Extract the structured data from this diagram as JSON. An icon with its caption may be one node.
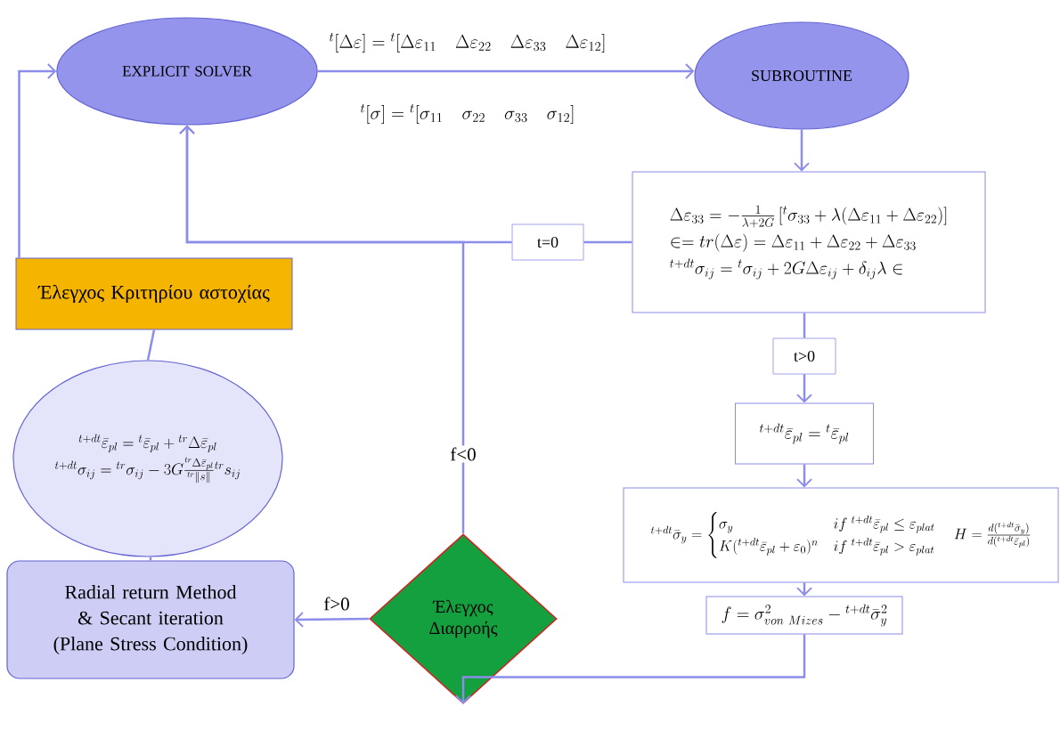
{
  "diagram": {
    "nodes": [
      {
        "text": [
          "EXPLICIT SOLVER"
        ]
      },
      {
        "text": [
          "SUBROUTINE"
        ]
      },
      {
        "text": [
          "\\Delta\\varepsilon_{33}=-\\frac{1}{\\lambda+2G}\\left[{}^{t}\\sigma_{33}+\\lambda(\\Delta\\varepsilon_{11}+\\Delta\\varepsilon_{22})\\right]",
          "\\in=tr(\\Delta\\varepsilon)=\\Delta\\varepsilon_{11}+\\Delta\\varepsilon_{22}+\\Delta\\varepsilon_{33}",
          "{}^{t+dt}\\sigma_{ij}={}^{t}\\sigma_{ij}+2G\\Delta\\varepsilon_{ij}+\\delta_{ij}\\lambda\\in"
        ]
      },
      {
        "text": [
          "t=0"
        ]
      },
      {
        "text": [
          "t>0"
        ]
      },
      {
        "text": [
          "{}^{t+dt}\\bar{\\varepsilon}_{pl}={}^{t}\\bar{\\varepsilon}_{pl}"
        ]
      },
      {
        "text": [
          "{}^{t+dt}\\bar{\\sigma}_{y}=\\begin{cases}\\sigma_{y} & if\\ {}^{t+dt}\\bar{\\varepsilon}_{pl}\\leq\\varepsilon_{plat}\\\\ K({}^{t+dt}\\bar{\\varepsilon}_{pl}+\\varepsilon_{0})^{n} & if\\ {}^{t+dt}\\bar{\\varepsilon}_{pl}>\\varepsilon_{plat}\\end{cases}",
          "H=\\frac{d({}^{t+dt}\\bar{\\sigma}_{y})}{d({}^{t+dt}\\bar{\\varepsilon}_{pl})}"
        ]
      },
      {
        "text": [
          "f=\\sigma^{2}_{von\\ Mizes}-{}^{t+dt}\\bar{\\sigma}^{2}_{y}"
        ]
      },
      {
        "text": [
          "Έλεγχος Διαρροής"
        ]
      },
      {
        "text": [
          "Radial return Method & Secant iteration (Plane Stress Condition)"
        ]
      },
      {
        "text": [
          "{}^{t+dt}\\bar{\\varepsilon}_{pl}={}^{t}\\bar{\\varepsilon}_{pl}+{}^{tr}\\Delta\\bar{\\varepsilon}_{pl}",
          "{}^{t+dt}\\sigma_{ij}={}^{tr}\\sigma_{ij}-3G\\frac{{}^{tr}\\Delta\\bar{\\varepsilon}_{pl}}{{}^{tr}\\|s\\|}{}^{tr}s_{ij}"
        ]
      },
      {
        "text": [
          "Έλεγχος Κριτηρίου αστοχίας"
        ]
      }
    ],
    "edges": [
      {
        "from": 0,
        "to": 1,
        "arrow": "to",
        "label": "{}^{t}[\\Delta\\varepsilon]={}^{t}[\\Delta\\varepsilon_{11}\\quad\\Delta\\varepsilon_{22}\\quad\\Delta\\varepsilon_{33}\\quad\\Delta\\varepsilon_{12}]"
      },
      {
        "from": 1,
        "to": 2,
        "arrow": "to"
      },
      {
        "from": 2,
        "to": 3,
        "arrow": "none"
      },
      {
        "from": 3,
        "to": 0,
        "arrow": "to"
      },
      {
        "from": 2,
        "to": 4,
        "arrow": "none"
      },
      {
        "from": 4,
        "to": 5,
        "arrow": "to"
      },
      {
        "from": 5,
        "to": 6,
        "arrow": "to"
      },
      {
        "from": 6,
        "to": 7,
        "arrow": "to"
      },
      {
        "from": 7,
        "to": 8,
        "arrow": "to"
      },
      {
        "from": 8,
        "to": 0,
        "arrow": "to",
        "label": "f<0"
      },
      {
        "from": 8,
        "to": 9,
        "arrow": "to",
        "label": "f>0"
      },
      {
        "from": 9,
        "to": 10,
        "arrow": "none"
      },
      {
        "from": 10,
        "to": 11,
        "arrow": "none"
      },
      {
        "from": 11,
        "to": 0,
        "arrow": "to"
      }
    ],
    "labels": [
      "{}^{t}[\\sigma]={}^{t}[\\sigma_{11}\\quad\\sigma_{22}\\quad\\sigma_{33}\\quad\\sigma_{12}]"
    ]
  }
}
